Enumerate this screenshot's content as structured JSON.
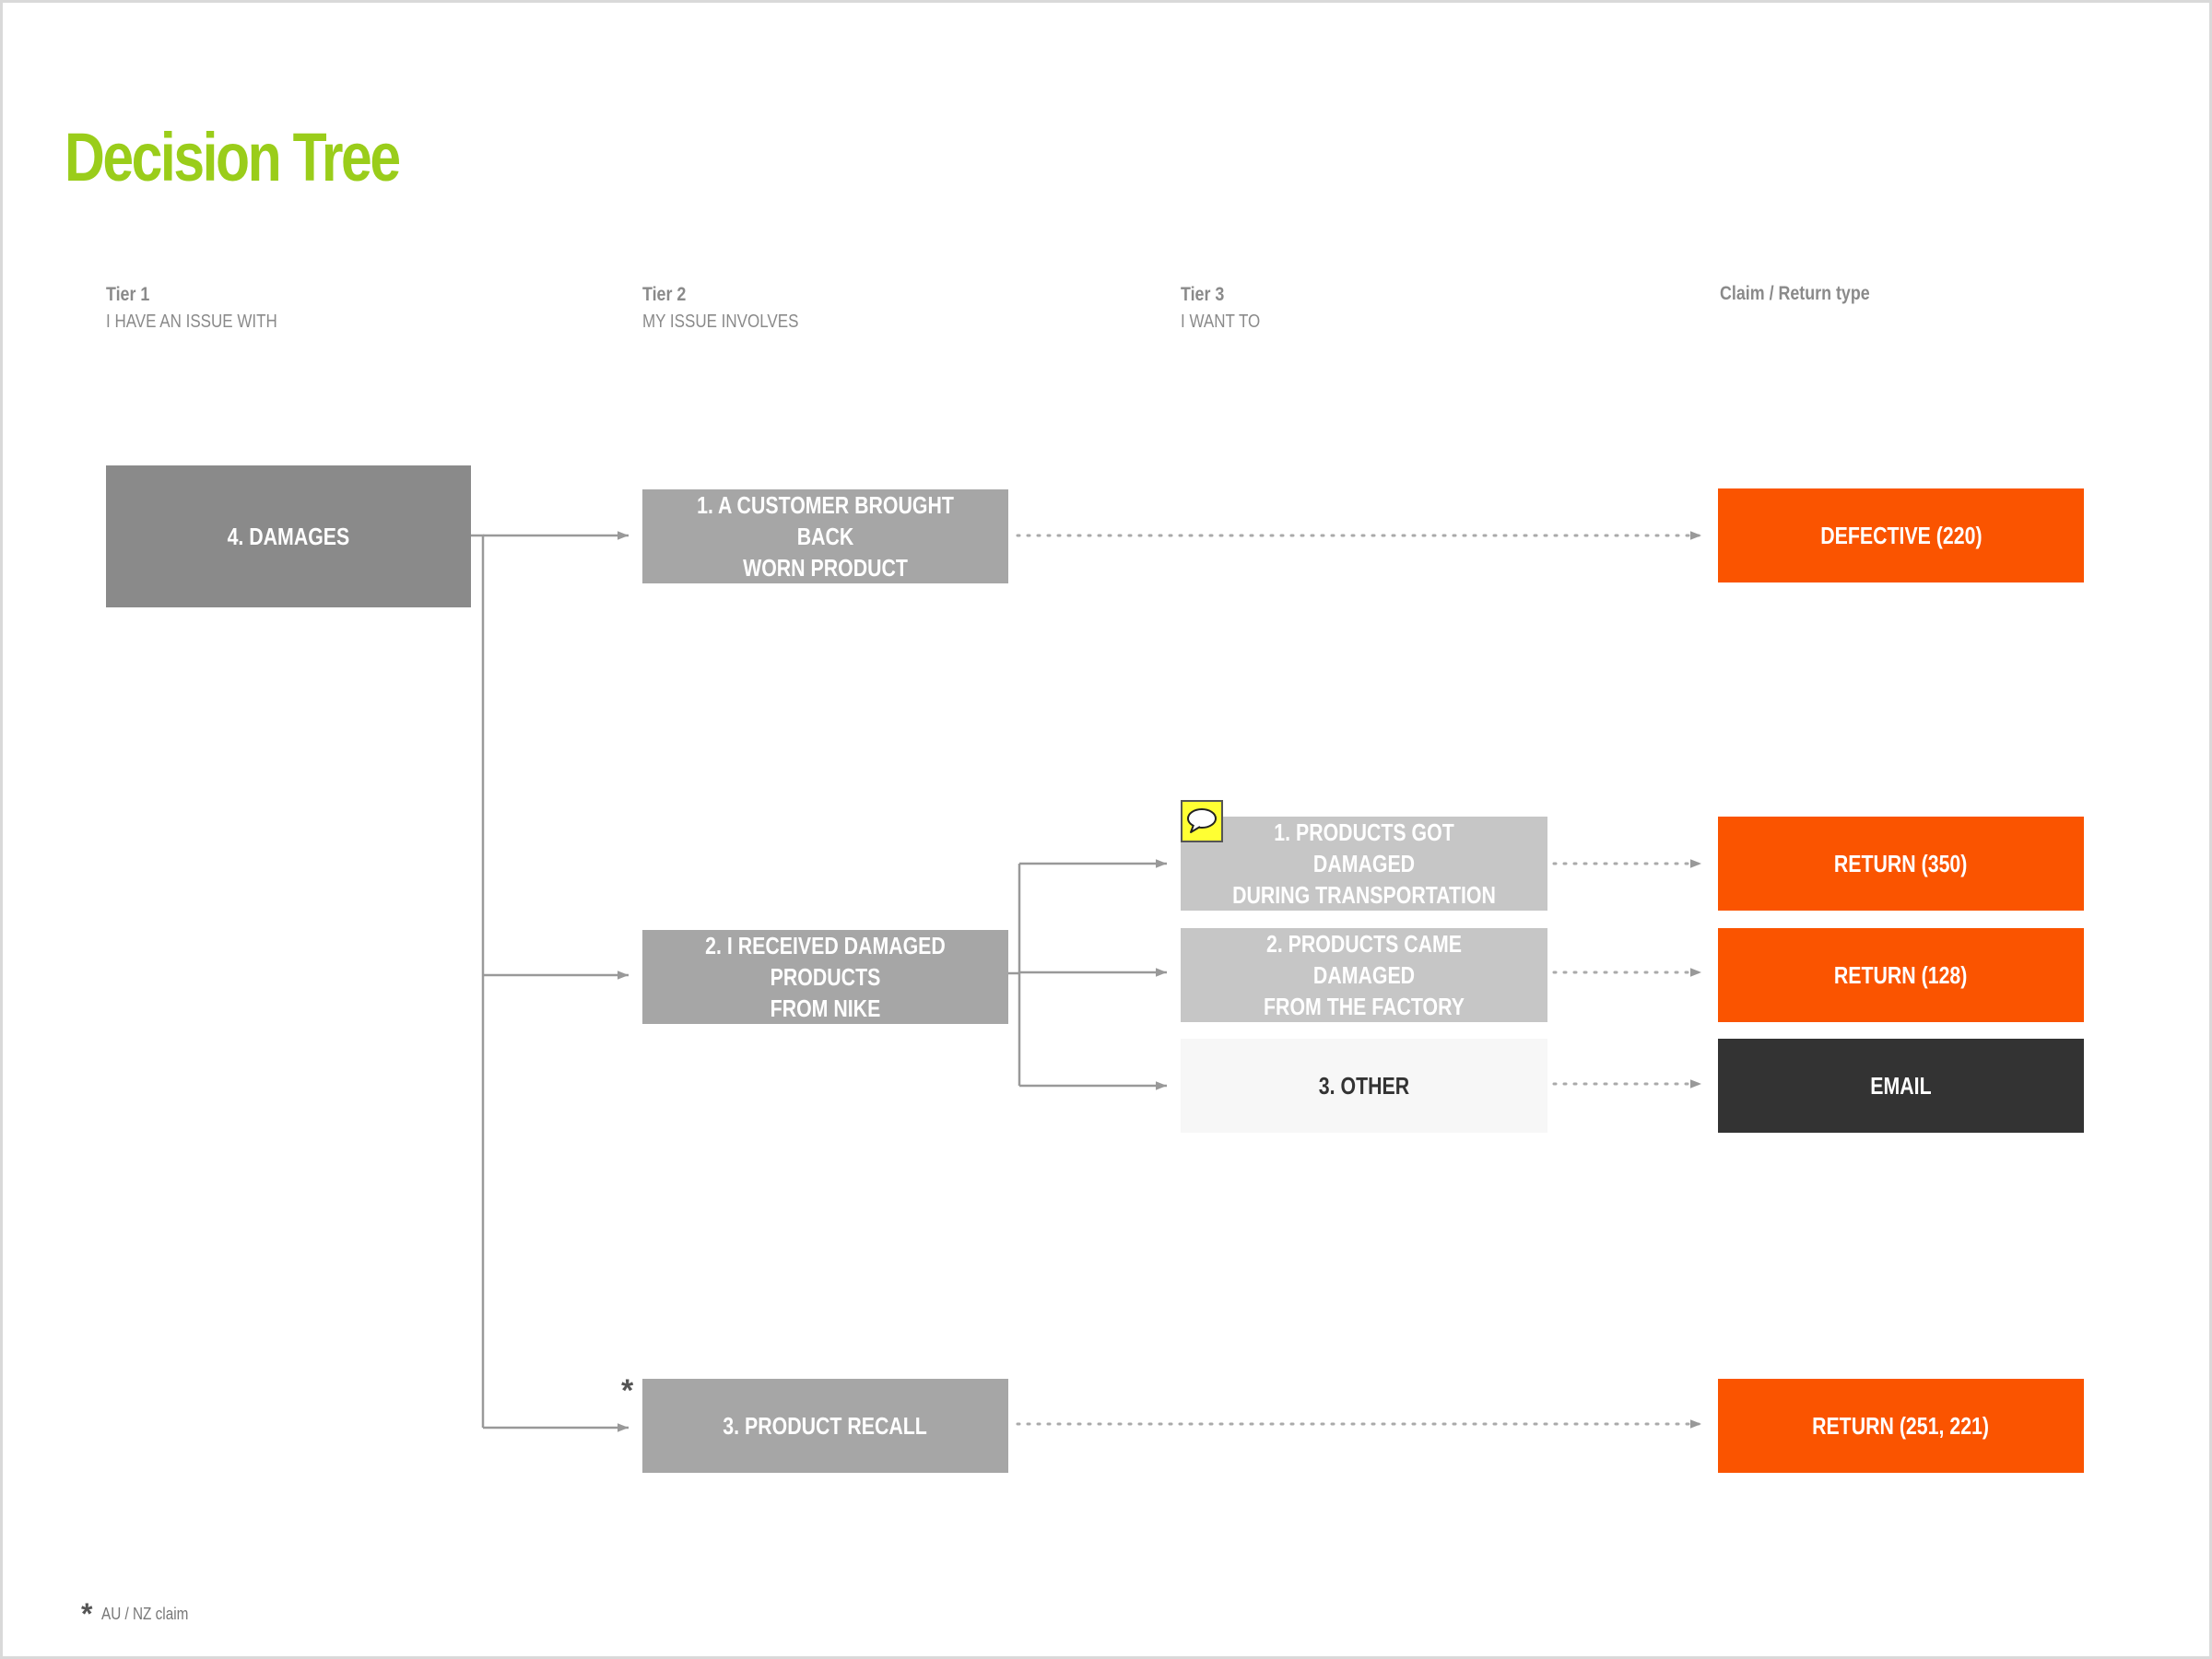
{
  "title": "Decision Tree",
  "columns": [
    {
      "tier": "Tier 1",
      "subtitle": "I HAVE AN ISSUE WITH"
    },
    {
      "tier": "Tier 2",
      "subtitle": "MY ISSUE INVOLVES"
    },
    {
      "tier": "Tier 3",
      "subtitle": "I WANT TO"
    },
    {
      "tier": "Claim / Return type",
      "subtitle": ""
    }
  ],
  "tier1": {
    "label": "4. DAMAGES"
  },
  "tier2": [
    {
      "label": "1. A CUSTOMER BROUGHT BACK\nWORN PRODUCT"
    },
    {
      "label": "2. I RECEIVED DAMAGED PRODUCTS\nFROM NIKE"
    },
    {
      "label": "3. PRODUCT RECALL",
      "marker": "*"
    }
  ],
  "tier3": [
    {
      "label": "1. PRODUCTS GOT DAMAGED\nDURING TRANSPORTATION"
    },
    {
      "label": "2. PRODUCTS CAME DAMAGED\nFROM THE FACTORY"
    },
    {
      "label": "3. OTHER"
    }
  ],
  "outcomes": [
    {
      "label": "DEFECTIVE (220)"
    },
    {
      "label": "RETURN (350)"
    },
    {
      "label": "RETURN (128)"
    },
    {
      "label": "EMAIL"
    },
    {
      "label": "RETURN (251, 221)"
    }
  ],
  "footnote": {
    "marker": "*",
    "text": "AU / NZ claim"
  },
  "colors": {
    "title": "#9acd1a",
    "outcome": "#fa5400",
    "email": "#333333"
  },
  "icons": [
    "comment-icon"
  ]
}
